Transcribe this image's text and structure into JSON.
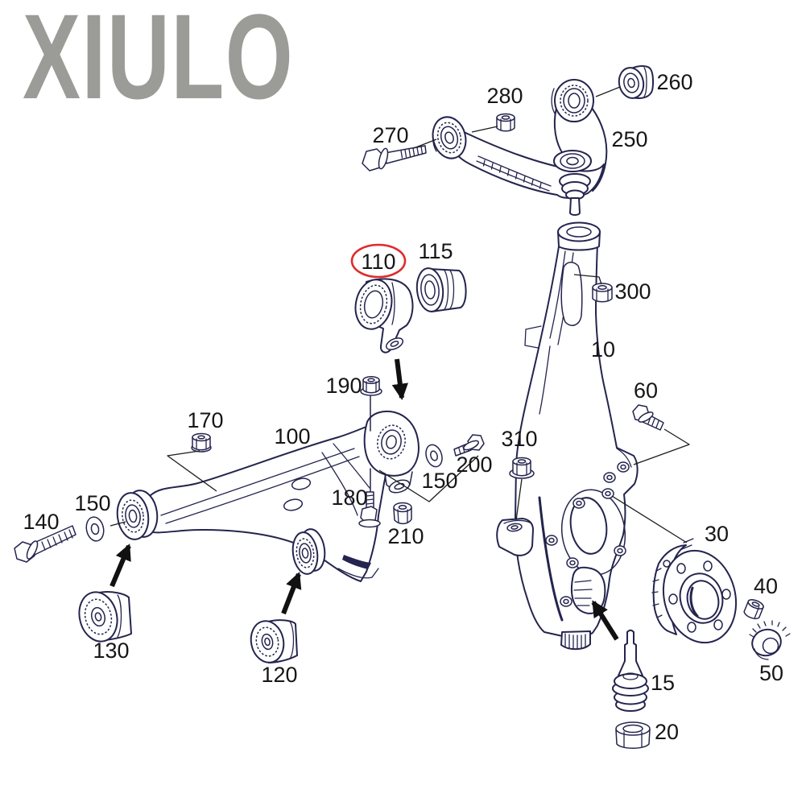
{
  "watermark": "XIULO",
  "colors": {
    "line": "#24244e",
    "label": "#161616",
    "red": "#e02b2b",
    "watermark": "#9b9b97",
    "arrow": "#111111",
    "bg": "#ffffff"
  },
  "highlighted_part": "110",
  "parts": {
    "p10": "10",
    "p15": "15",
    "p20": "20",
    "p30": "30",
    "p40": "40",
    "p50": "50",
    "p60": "60",
    "p100": "100",
    "p110": "110",
    "p115": "115",
    "p120": "120",
    "p130": "130",
    "p140": "140",
    "p150_left": "150",
    "p150_mid": "150",
    "p170": "170",
    "p180": "180",
    "p190": "190",
    "p200": "200",
    "p210": "210",
    "p250": "250",
    "p260": "260",
    "p270": "270",
    "p280": "280",
    "p300": "300",
    "p310": "310"
  }
}
